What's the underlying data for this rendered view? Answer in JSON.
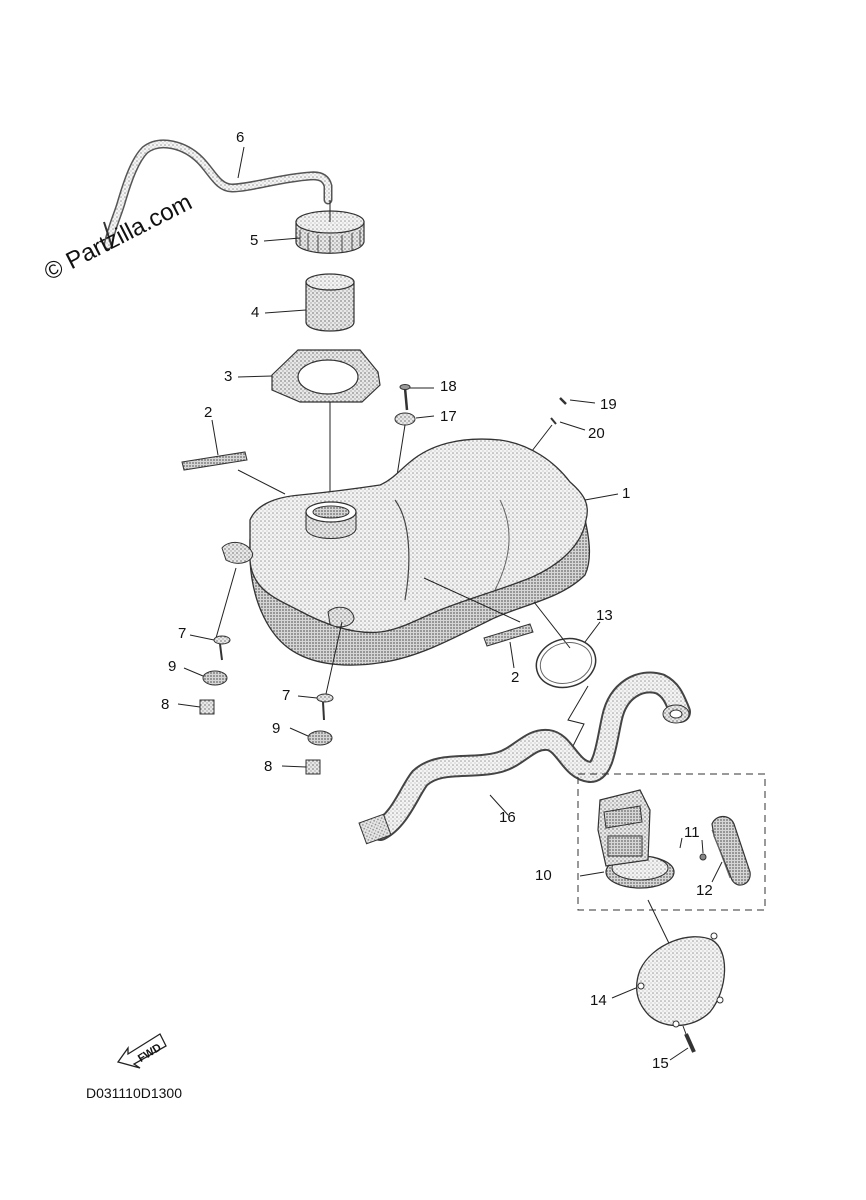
{
  "watermark": "© Partzilla.com",
  "drawing_code": "D031110D1300",
  "fwd_label": "FWD",
  "callouts": {
    "c1": "1",
    "c2a": "2",
    "c2b": "2",
    "c3": "3",
    "c4": "4",
    "c5": "5",
    "c6": "6",
    "c7a": "7",
    "c7b": "7",
    "c8a": "8",
    "c8b": "8",
    "c9a": "9",
    "c9b": "9",
    "c10": "10",
    "c11": "11",
    "c12": "12",
    "c13": "13",
    "c14": "14",
    "c15": "15",
    "c16": "16",
    "c17": "17",
    "c18": "18",
    "c19": "19",
    "c20": "20"
  }
}
